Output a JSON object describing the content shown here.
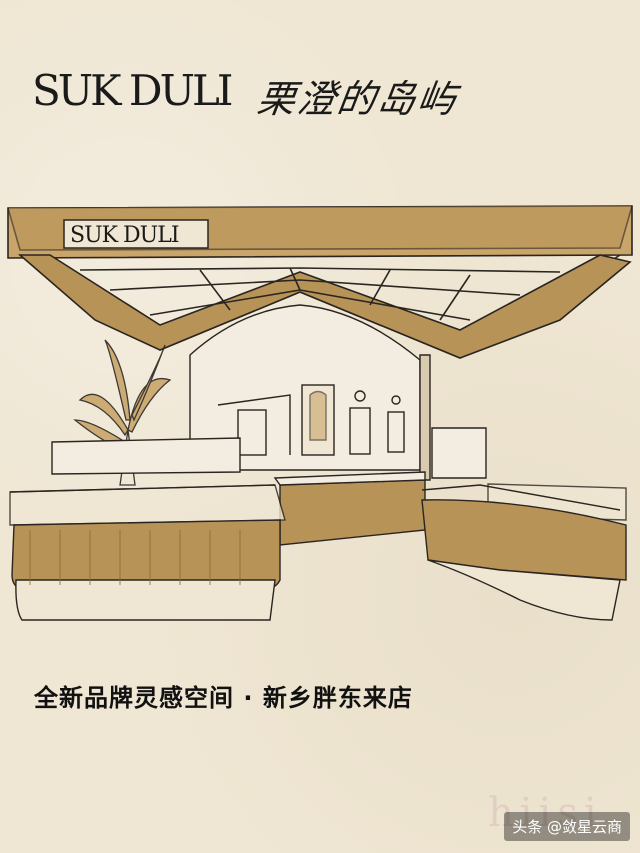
{
  "brand": {
    "name": "SUK DULI",
    "script_name": "栗澄的岛屿"
  },
  "sketch": {
    "signage": "SUK DULI",
    "colors": {
      "gold": "#b89358",
      "gold_light": "#c9a56a",
      "ink": "#2a2520",
      "wall": "#f3ece0"
    }
  },
  "caption": "全新品牌灵感空间 · 新乡胖东来店",
  "watermark": {
    "letters": "hiisi",
    "attribution": "头条 @敛星云商"
  }
}
